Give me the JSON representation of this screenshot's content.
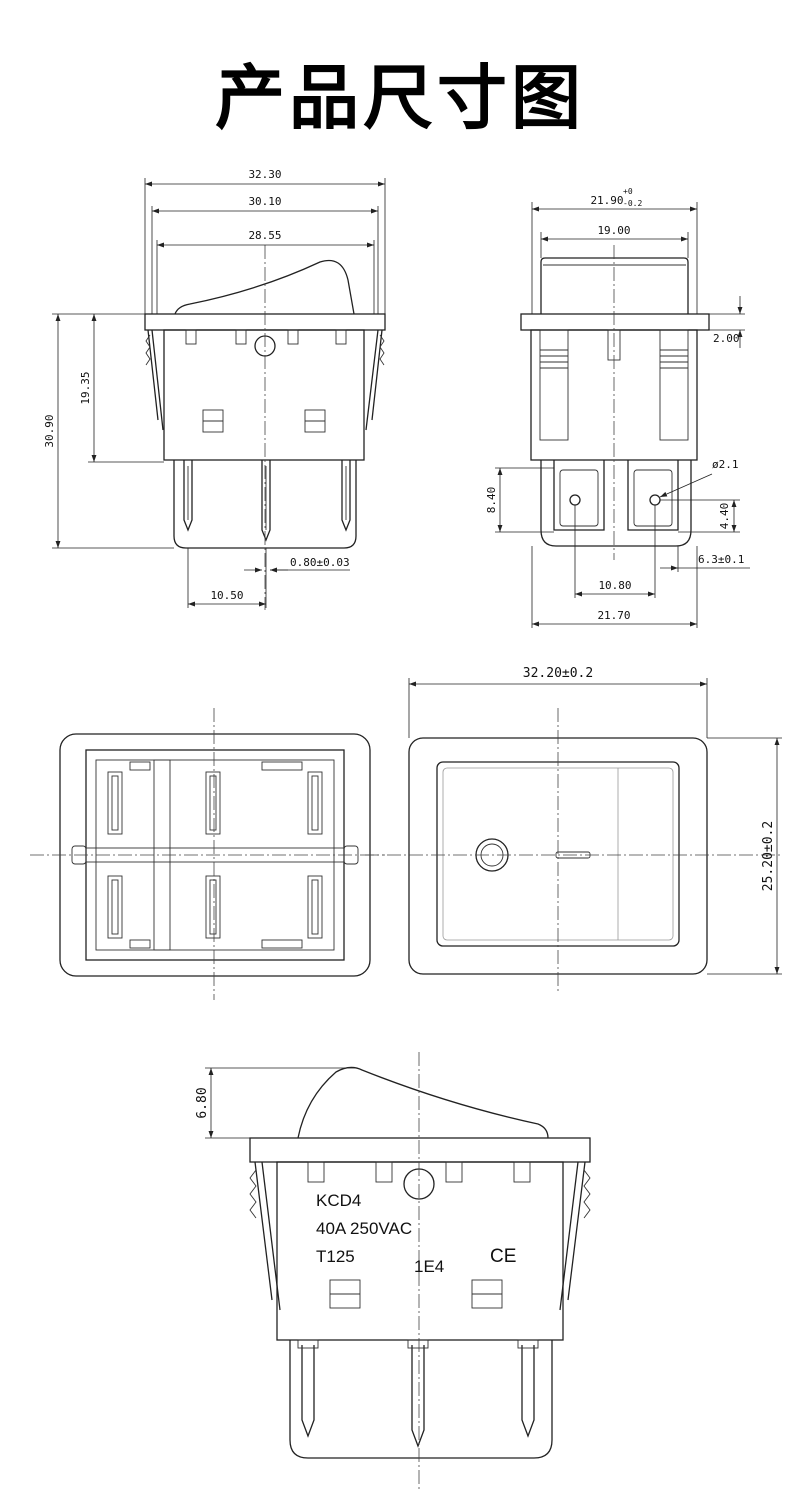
{
  "title": "产品尺寸图",
  "front_view": {
    "width_overall": "32.30",
    "width_frame": "30.10",
    "width_body": "28.55",
    "height_total": "30.90",
    "height_body": "19.35",
    "pin_thickness": "0.80±0.03",
    "pin_pitch": "10.50"
  },
  "side_view": {
    "width_top": "21.90",
    "width_top_tol_upper": "+0",
    "width_top_tol_lower": "-0.2",
    "rocker_width": "19.00",
    "flange_thickness": "2.00",
    "hole_dia": "ø2.1",
    "terminal_height": "8.40",
    "hole_height": "4.40",
    "terminal_width": "6.3±0.1",
    "terminal_pitch": "10.80",
    "bottom_width": "21.70"
  },
  "top_view": {
    "width": "32.20±0.2",
    "height": "25.20±0.2"
  },
  "detail_view": {
    "rocker_height": "6.80",
    "marking_model": "KCD4",
    "marking_rating": "40A 250VAC",
    "marking_temp": "T125",
    "marking_code": "1E4",
    "marking_cert": "CE"
  }
}
